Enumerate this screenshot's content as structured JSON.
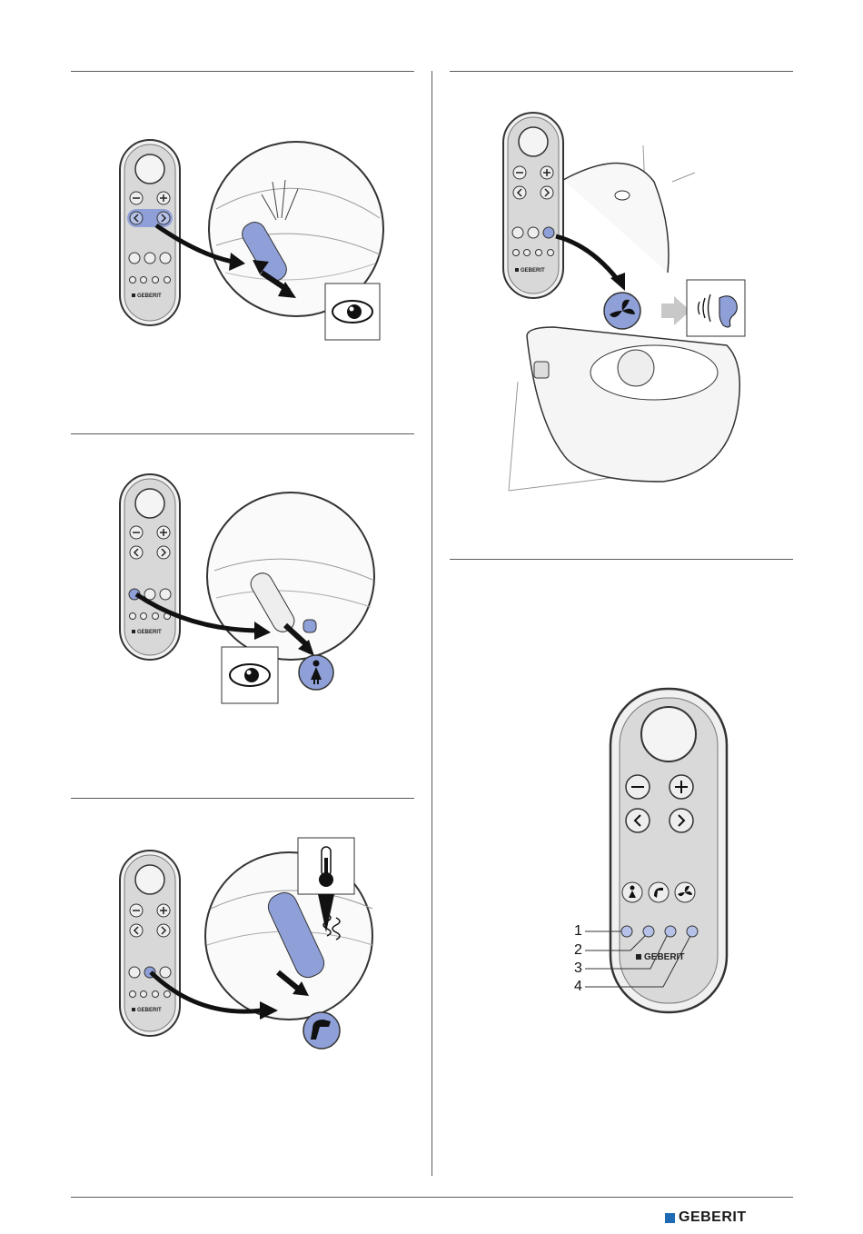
{
  "brand": {
    "name": "GEBERIT",
    "color": "#1e6ab4"
  },
  "remote": {
    "logo_text": "GEBERIT"
  },
  "callouts": [
    "1",
    "2",
    "3",
    "4"
  ],
  "accent_color": "#8fa0d8",
  "icons": [
    "eye-icon",
    "ear-icon",
    "thermometer-icon",
    "dryer-icon",
    "lady-shower-icon",
    "fan-icon"
  ]
}
